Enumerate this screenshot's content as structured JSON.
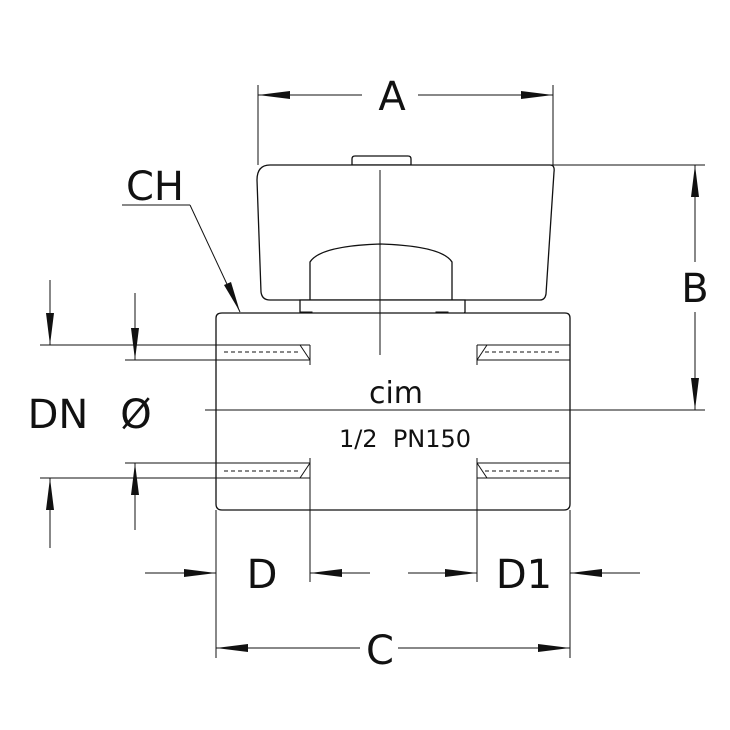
{
  "labels": {
    "A": "A",
    "B": "B",
    "C": "C",
    "CH": "CH",
    "D": "D",
    "D1": "D1",
    "DN": "DN",
    "diameter": "Ø"
  },
  "body_marking": {
    "brand": "cim",
    "spec": "1/2  PN150"
  },
  "colors": {
    "line": "#111111",
    "background": "#ffffff"
  }
}
